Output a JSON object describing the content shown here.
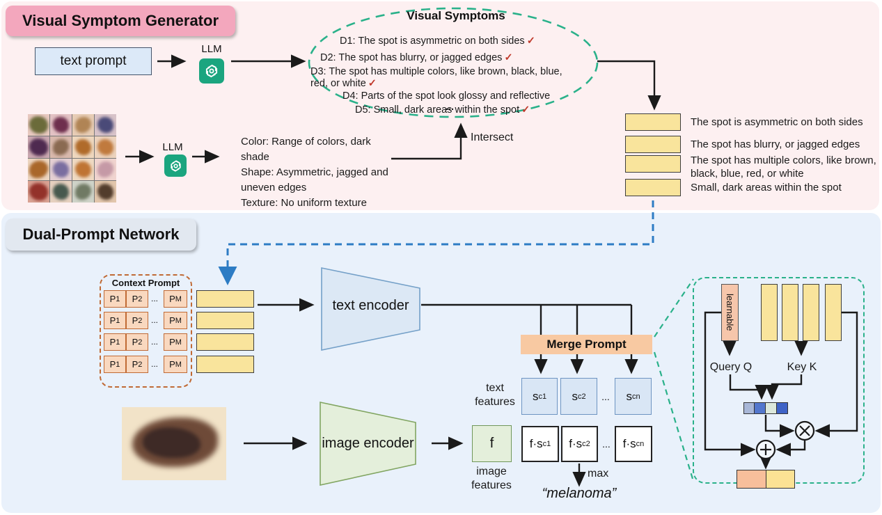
{
  "generator": {
    "title": "Visual Symptom Generator",
    "text_prompt": "text prompt",
    "llm1_label": "LLM",
    "llm2_label": "LLM",
    "symptoms": {
      "title": "Visual Symptoms",
      "items": [
        {
          "text": "D1: The spot is asymmetric on  both sides",
          "check": true
        },
        {
          "text": "D2: The spot has blurry, or jagged edges",
          "check": true
        },
        {
          "text": "D3: The spot has multiple colors, like brown, black, blue,\nred, or white",
          "check": true
        },
        {
          "text": "D4: Parts of the spot look glossy and reflective",
          "check": false
        },
        {
          "text": "D5: Small, dark areas within the spot",
          "check": true
        }
      ],
      "ellipsis": "..."
    },
    "attributes_text": "Color: Range of colors, dark shade\nShape: Asymmetric, jagged and\nuneven edges\nTexture: No uniform texture",
    "intersect_label": "Intersect",
    "outputs": [
      "The spot is asymmetric on both sides",
      "The spot has blurry, or jagged edges",
      "The spot has multiple colors, like brown,\nblack, blue, red, or white",
      "Small, dark areas within the spot"
    ]
  },
  "network": {
    "title": "Dual-Prompt Network",
    "context_prompt": {
      "title": "Context Prompt",
      "p1": {
        "base": "P",
        "sub": "1"
      },
      "p2": {
        "base": "P",
        "sub": "2"
      },
      "pm": {
        "base": "P",
        "sub": "M"
      },
      "dots": "..."
    },
    "text_encoder_label": "text encoder",
    "image_encoder_label": "image encoder",
    "merge_prompt_label": "Merge Prompt",
    "text_features_label": "text\nfeatures",
    "image_features_label": "image\nfeatures",
    "text_features": [
      {
        "base": "s",
        "sup": "c",
        "sub": "1"
      },
      {
        "base": "s",
        "sup": "c",
        "sub": "2"
      },
      {
        "base": "s",
        "sup": "c",
        "sub": "n"
      }
    ],
    "f_label": "f",
    "scores": [
      {
        "base": "f·s",
        "sup": "c",
        "sub": "1"
      },
      {
        "base": "f·s",
        "sup": "c",
        "sub": "2"
      },
      {
        "base": "f·s",
        "sup": "c",
        "sub": "n"
      }
    ],
    "dots": "...",
    "max_label": "max",
    "prediction": "“melanoma”"
  },
  "attention": {
    "learnable_label": "learnable",
    "query_label": "Query Q",
    "key_label": "Key K",
    "bar_colors": [
      "#a8b7d7",
      "#5377cd",
      "#dce8dc",
      "#3f63c6"
    ],
    "final_colors": [
      "#f8bf9b",
      "#fbe294"
    ]
  },
  "misc": {
    "check": "✓"
  },
  "colors": {
    "top_panel_bg": "#fdf0f1",
    "bottom_panel_bg": "#e9f1fb",
    "generator_badge": "#f3a7bd",
    "network_badge": "#e2e8f0",
    "yellow_box": "#f9e49c",
    "teal_dashed": "#2ab18a",
    "blue_dashed": "#2d7cc4",
    "orange_dashed": "#c06a35",
    "merge_orange": "#f8c9a2",
    "llm_green": "#1ba57f",
    "check_red": "#c0392b"
  },
  "grid_cells": [
    {
      "skin": "#e8c9c0",
      "blob": "#6b6b3a"
    },
    {
      "skin": "#e3c2c4",
      "blob": "#6e2f4e"
    },
    {
      "skin": "#e7cdb6",
      "blob": "#b08455"
    },
    {
      "skin": "#d8c3c9",
      "blob": "#4a4a78"
    },
    {
      "skin": "#caa8b0",
      "blob": "#4e2a50"
    },
    {
      "skin": "#d9b9ad",
      "blob": "#8a6a52"
    },
    {
      "skin": "#eed7be",
      "blob": "#b06b2a"
    },
    {
      "skin": "#ecd3be",
      "blob": "#c07a3e"
    },
    {
      "skin": "#ecd5c0",
      "blob": "#a9672a"
    },
    {
      "skin": "#e4cfd2",
      "blob": "#7a6ea0"
    },
    {
      "skin": "#eed9c2",
      "blob": "#bf7434"
    },
    {
      "skin": "#f0d4cf",
      "blob": "#c599a6"
    },
    {
      "skin": "#d9a293",
      "blob": "#93322a"
    },
    {
      "skin": "#e6d0bf",
      "blob": "#47594e"
    },
    {
      "skin": "#cfd3c8",
      "blob": "#707a64"
    },
    {
      "skin": "#e2c6ac",
      "blob": "#523c2c"
    }
  ],
  "query_image": {
    "skin": "#f2e3c8",
    "blob_outer": "#6e4a38",
    "blob_inner": "#3e2a26"
  }
}
